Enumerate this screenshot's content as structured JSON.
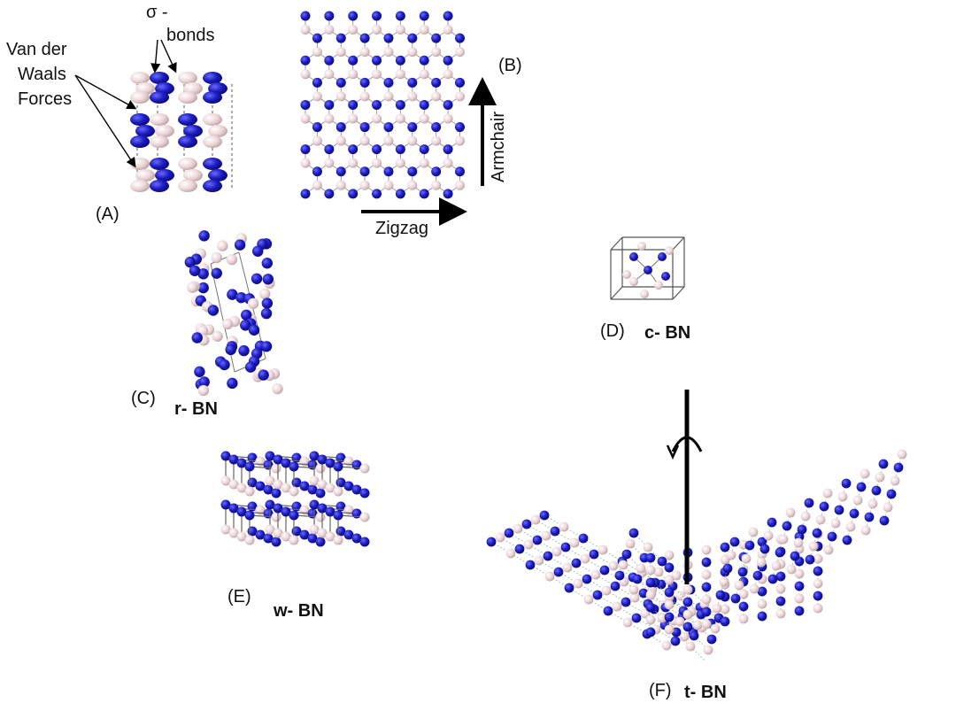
{
  "labels": {
    "sigma_symbol": "σ -",
    "sigma_bonds": "bonds",
    "vdw_line1": "Van der",
    "vdw_line2": "Waals",
    "vdw_line3": "Forces",
    "panel_a": "(A)",
    "panel_b": "(B)",
    "armchair": "Armchair",
    "zigzag": "Zigzag",
    "panel_c": "(C)",
    "name_c": "r- BN",
    "panel_d": "(D)",
    "name_d": "c- BN",
    "panel_e": "(E)",
    "name_e": "w- BN",
    "panel_f": "(F)",
    "name_f": "t- BN"
  },
  "colors": {
    "nitrogen": "#1a1ab8",
    "nitrogen_highlight": "#5a5af0",
    "boron": "#e8cfd2",
    "boron_highlight": "#fff3f4",
    "bond": "#8a8aa0",
    "arrow": "#000000",
    "text": "#111111"
  }
}
